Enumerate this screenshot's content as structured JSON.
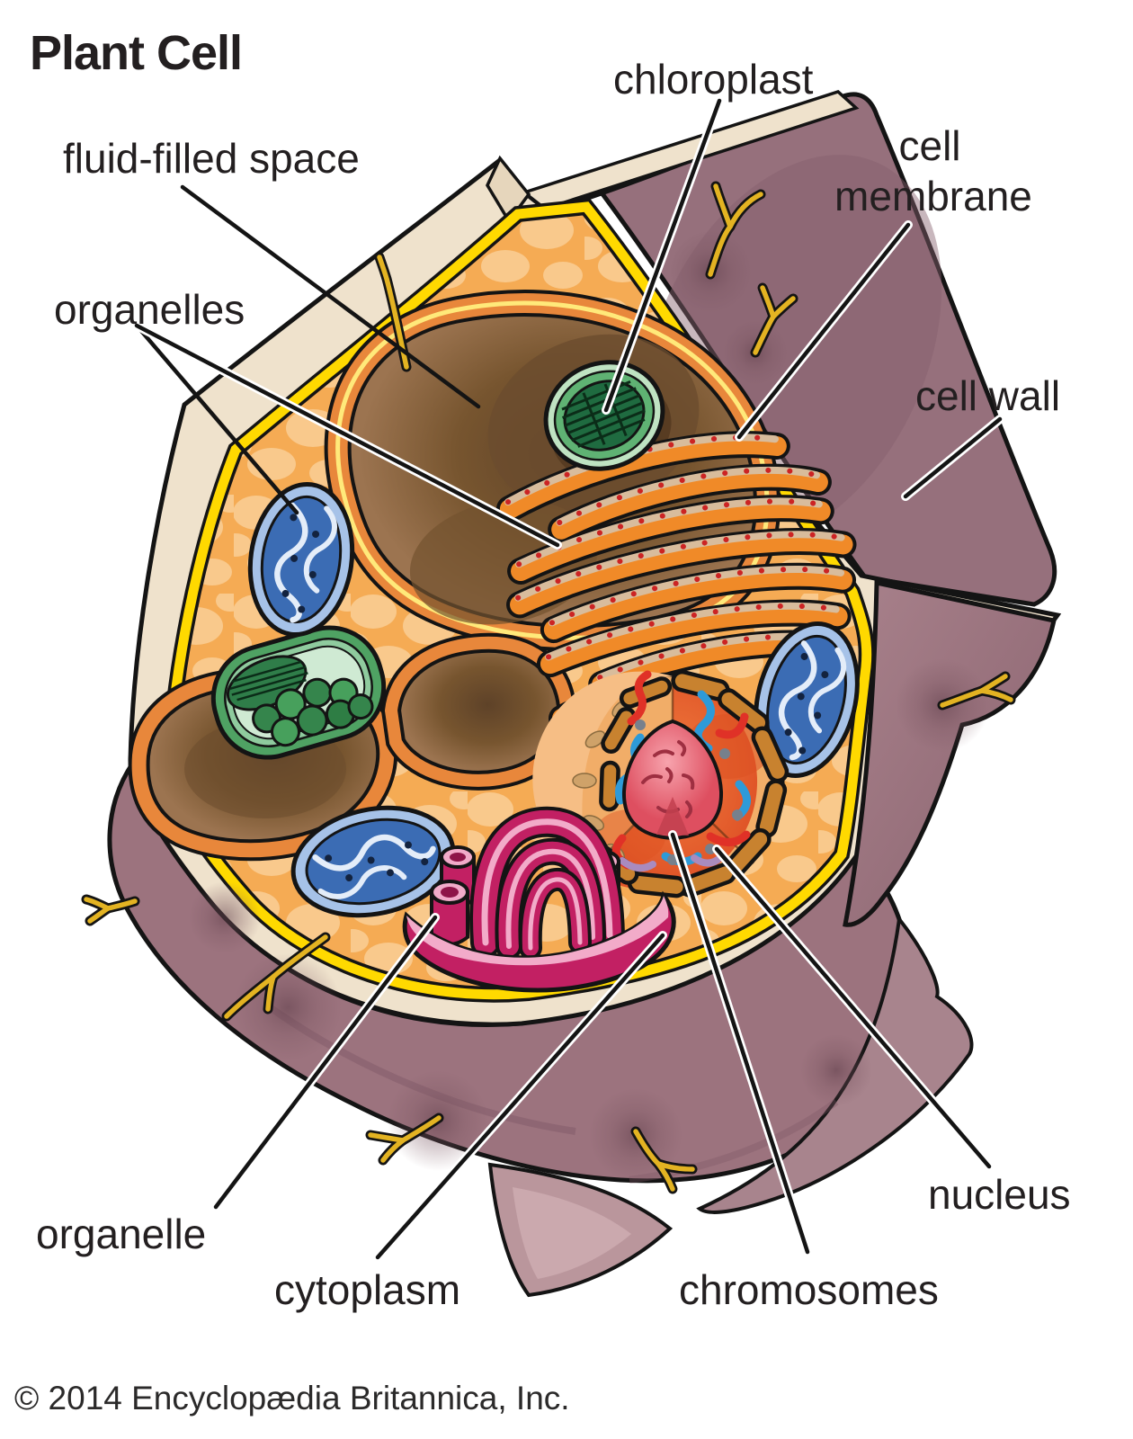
{
  "title": {
    "text": "Plant Cell"
  },
  "labels": {
    "fluid_filled_space": {
      "text": "fluid-filled space"
    },
    "organelles": {
      "text": "organelles"
    },
    "chloroplast": {
      "text": "chloroplast"
    },
    "cell_membrane": {
      "text": "cell membrane"
    },
    "cell_wall": {
      "text": "cell wall"
    },
    "nucleus": {
      "text": "nucleus"
    },
    "chromosomes": {
      "text": "chromosomes"
    },
    "cytoplasm": {
      "text": "cytoplasm"
    },
    "organelle": {
      "text": "organelle"
    }
  },
  "copyright": {
    "text": "© 2014 Encyclopædia Britannica, Inc."
  },
  "colors": {
    "cell_wall_outer": "#9C737E",
    "cell_wall_cut_face": "#EFE2CC",
    "cell_membrane": "#FFD900",
    "cytoplasm": "#F5AB54",
    "cytoplasm_blob": "#F9C98C",
    "vacuole_rim": "#E8873B",
    "vacuole_fluid": "#7A573A",
    "chloroplast_green": "#4FA263",
    "grana_dark_green": "#1F6B40",
    "mitochondrion_blue": "#3B6CB4",
    "golgi_magenta": "#C22063",
    "er_orange": "#F08A28",
    "ribosome_red": "#CC2424",
    "nucleus_surface": "#F1AD68",
    "nucleus_interior": "#E9703A",
    "nucleolus_pink": "#E8606E",
    "chromosome_red": "#E03127",
    "chromosome_blue": "#2E9AD8",
    "plasmodesma_gold": "#E3B322",
    "outline_black": "#141414"
  }
}
